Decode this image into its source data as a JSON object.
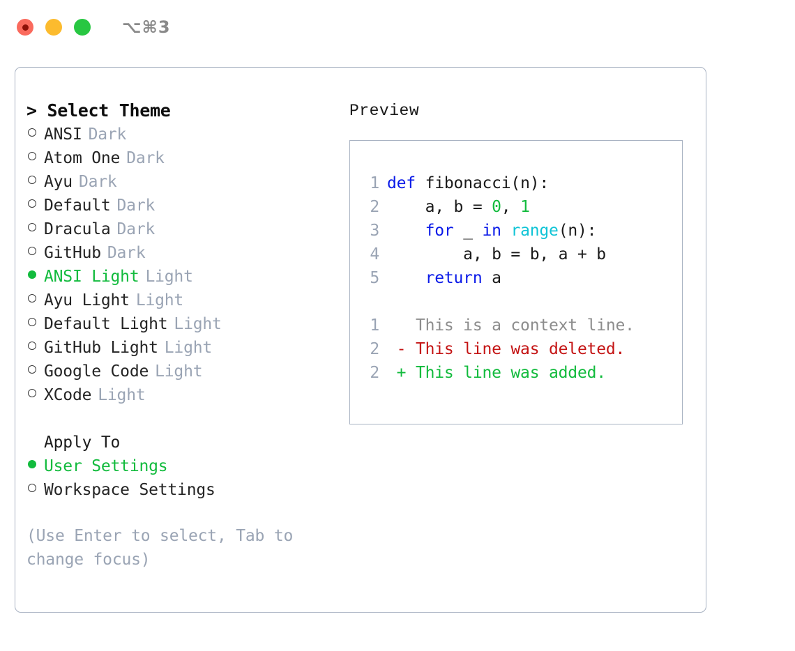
{
  "titlebar": {
    "shortcut": "⌥⌘3",
    "lights": [
      {
        "name": "close",
        "color": "#fa6a5d"
      },
      {
        "name": "minimize",
        "color": "#fcbb2e"
      },
      {
        "name": "maximize",
        "color": "#28c742"
      }
    ]
  },
  "theme_list": {
    "heading": "> Select Theme",
    "selected_index": 6,
    "items": [
      {
        "name": "ANSI",
        "kind": "Dark",
        "selected": false
      },
      {
        "name": "Atom One",
        "kind": "Dark",
        "selected": false
      },
      {
        "name": "Ayu",
        "kind": "Dark",
        "selected": false
      },
      {
        "name": "Default",
        "kind": "Dark",
        "selected": false
      },
      {
        "name": "Dracula",
        "kind": "Dark",
        "selected": false
      },
      {
        "name": "GitHub",
        "kind": "Dark",
        "selected": false
      },
      {
        "name": "ANSI Light",
        "kind": "Light",
        "selected": true
      },
      {
        "name": "Ayu Light",
        "kind": "Light",
        "selected": false
      },
      {
        "name": "Default Light",
        "kind": "Light",
        "selected": false
      },
      {
        "name": "GitHub Light",
        "kind": "Light",
        "selected": false
      },
      {
        "name": "Google Code",
        "kind": "Light",
        "selected": false
      },
      {
        "name": "XCode",
        "kind": "Light",
        "selected": false
      }
    ]
  },
  "apply_to": {
    "heading": "Apply To",
    "items": [
      {
        "name": "User Settings",
        "selected": true
      },
      {
        "name": "Workspace Settings",
        "selected": false
      }
    ]
  },
  "hint": "(Use Enter to select, Tab to change focus)",
  "preview": {
    "heading": "Preview",
    "code_lines": [
      {
        "lineno": "1",
        "tokens": [
          {
            "t": "def",
            "c": "kw"
          },
          {
            "t": " ",
            "c": "id"
          },
          {
            "t": "fibonacci(n):",
            "c": "id"
          }
        ]
      },
      {
        "lineno": "2",
        "tokens": [
          {
            "t": "    a, b = ",
            "c": "id"
          },
          {
            "t": "0",
            "c": "num"
          },
          {
            "t": ", ",
            "c": "id"
          },
          {
            "t": "1",
            "c": "num"
          }
        ]
      },
      {
        "lineno": "3",
        "tokens": [
          {
            "t": "    ",
            "c": "id"
          },
          {
            "t": "for",
            "c": "kw"
          },
          {
            "t": " _ ",
            "c": "id"
          },
          {
            "t": "in",
            "c": "kw"
          },
          {
            "t": " ",
            "c": "id"
          },
          {
            "t": "range",
            "c": "fn"
          },
          {
            "t": "(n):",
            "c": "id"
          }
        ]
      },
      {
        "lineno": "4",
        "tokens": [
          {
            "t": "        a, b = b, a + b",
            "c": "id"
          }
        ]
      },
      {
        "lineno": "5",
        "tokens": [
          {
            "t": "    ",
            "c": "id"
          },
          {
            "t": "return",
            "c": "kw"
          },
          {
            "t": " a",
            "c": "id"
          }
        ]
      }
    ],
    "diff_lines": [
      {
        "lineno": "1",
        "marker": " ",
        "text": "This is a context line.",
        "kind": "ctx"
      },
      {
        "lineno": "2",
        "marker": "-",
        "text": "This line was deleted.",
        "kind": "del"
      },
      {
        "lineno": "2",
        "marker": "+",
        "text": "This line was added.",
        "kind": "add"
      }
    ]
  },
  "colors": {
    "accent_green": "#12bb3d",
    "muted": "#9aa4b4",
    "border": "#a8b2c2",
    "keyword": "#0a1ae8",
    "function": "#10c4d6",
    "number": "#12bb3d",
    "diff_delete": "#c41414",
    "diff_add": "#12bb3d",
    "diff_context": "#8d8d8d"
  }
}
